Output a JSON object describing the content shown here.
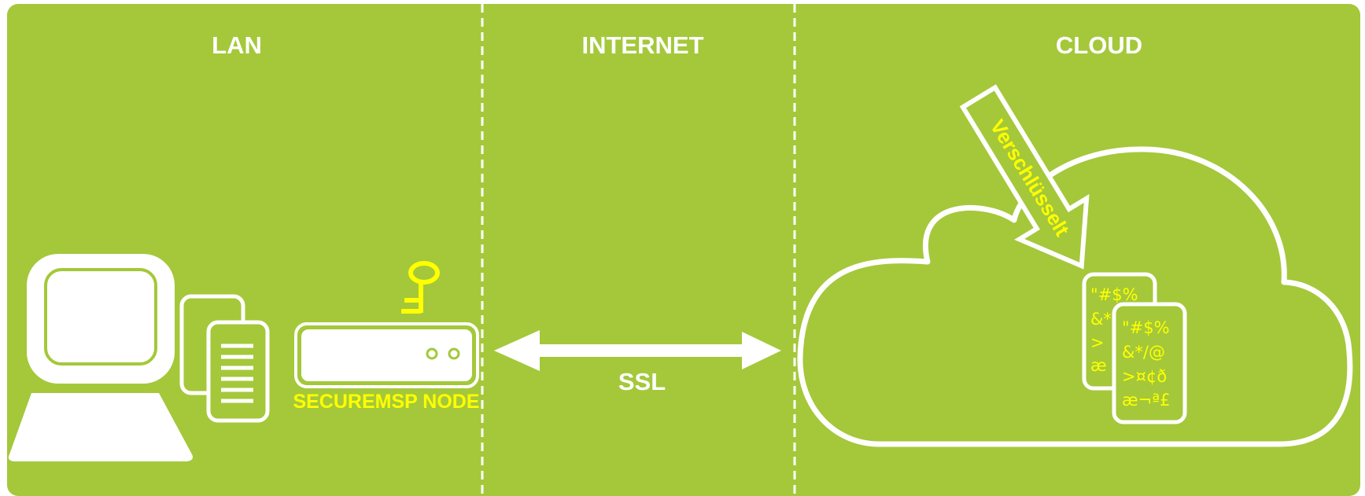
{
  "zones": {
    "lan": {
      "label": "LAN"
    },
    "internet": {
      "label": "INTERNET"
    },
    "cloud": {
      "label": "CLOUD"
    }
  },
  "node": {
    "label": "SECUREMSP NODE"
  },
  "connection": {
    "label": "SSL"
  },
  "encryption": {
    "label": "Verschlüsselt"
  },
  "encrypted_doc_back": {
    "lines": [
      "\"#$%",
      "&*",
      ">",
      "æ"
    ]
  },
  "encrypted_doc_front": {
    "lines": [
      "\"#$%",
      "&*/@",
      ">¤¢ð",
      "æ¬ª£"
    ]
  },
  "colors": {
    "background": "#a4c83a",
    "foreground": "#ffffff",
    "highlight": "#ffff00"
  }
}
